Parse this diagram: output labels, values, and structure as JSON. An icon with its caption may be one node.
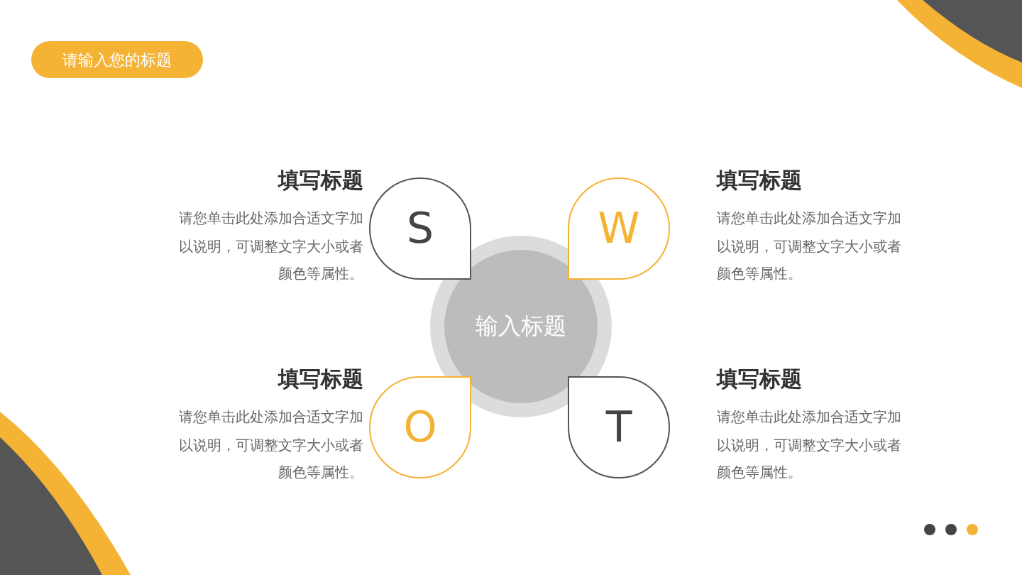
{
  "diagram": {
    "nodes": [
      {
        "text": [
          "请输入您的标题"
        ]
      },
      {
        "text": [
          "输入标题"
        ]
      },
      {
        "text": [
          "S"
        ],
        "beside": [
          "填写标题",
          "请您单击此处添加合适文字加以说明，可调整文字大小或者颜色等属性。"
        ]
      },
      {
        "text": [
          "W"
        ],
        "beside": [
          "填写标题",
          "请您单击此处添加合适文字加以说明，可调整文字大小或者颜色等属性。"
        ]
      },
      {
        "text": [
          "O"
        ],
        "beside": [
          "填写标题",
          "请您单击此处添加合适文字加以说明，可调整文字大小或者颜色等属性。"
        ]
      },
      {
        "text": [
          "T"
        ],
        "beside": [
          "填写标题",
          "请您单击此处添加合适文字加以说明，可调整文字大小或者颜色等属性。"
        ]
      }
    ],
    "edges": []
  }
}
